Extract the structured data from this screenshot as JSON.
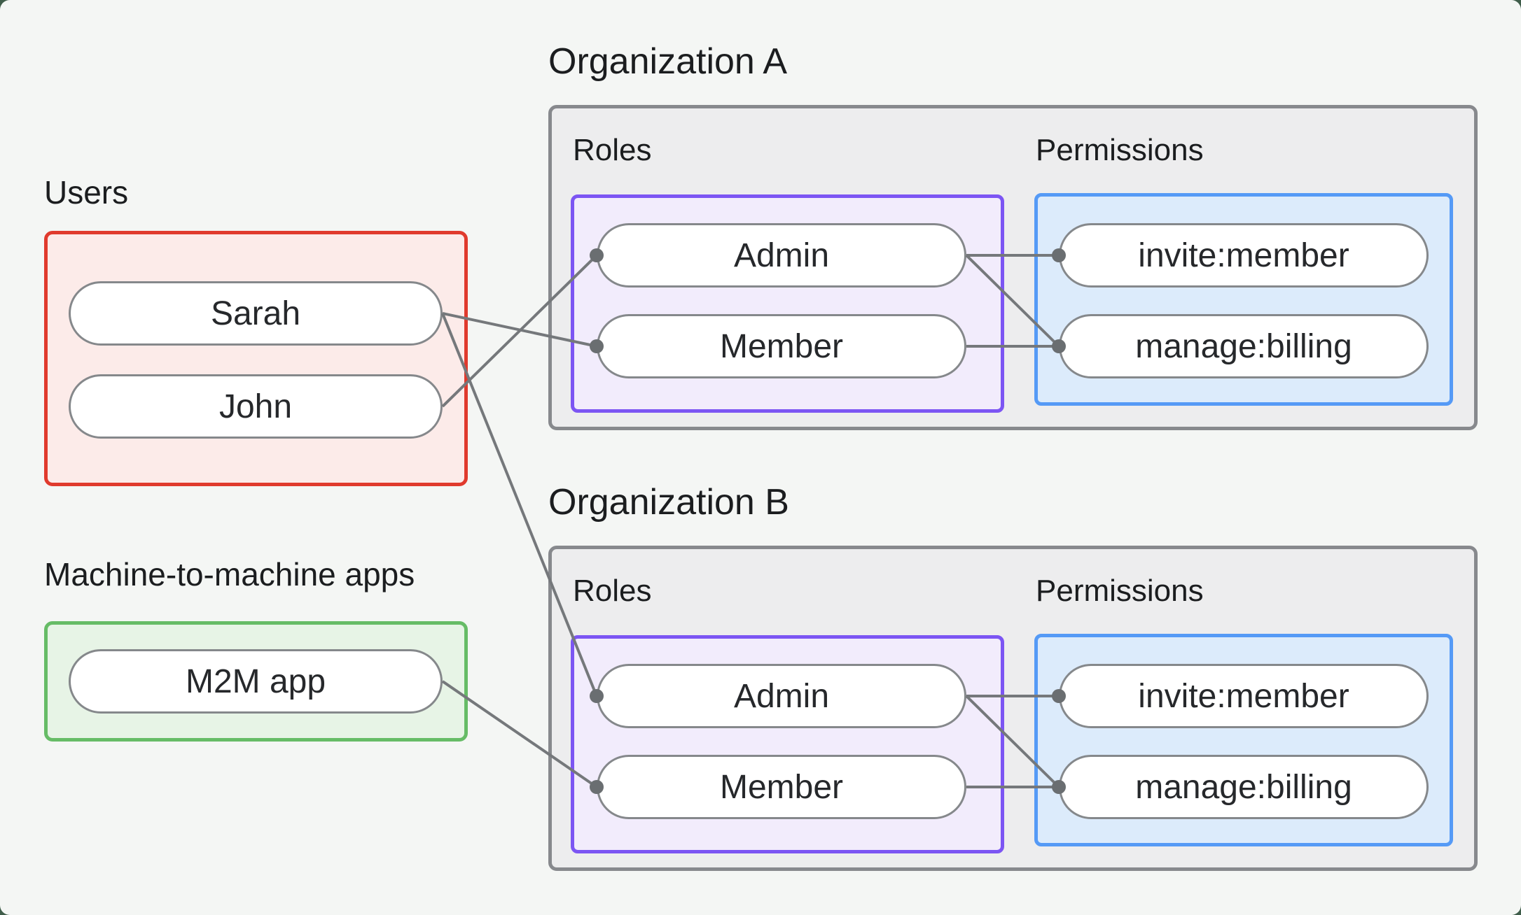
{
  "page": {
    "background": "#f4f6f4",
    "backdrop": "#3f5d4a"
  },
  "users_group": {
    "label": "Users",
    "items": [
      "Sarah",
      "John"
    ]
  },
  "m2m_group": {
    "label": "Machine-to-machine apps",
    "items": [
      "M2M app"
    ]
  },
  "org_a": {
    "title": "Organization A",
    "roles_label": "Roles",
    "permissions_label": "Permissions",
    "roles": [
      "Admin",
      "Member"
    ],
    "permissions": [
      "invite:member",
      "manage:billing"
    ]
  },
  "org_b": {
    "title": "Organization B",
    "roles_label": "Roles",
    "permissions_label": "Permissions",
    "roles": [
      "Admin",
      "Member"
    ],
    "permissions": [
      "invite:member",
      "manage:billing"
    ]
  },
  "connections": [
    {
      "from": "John",
      "to": "Organization A / Admin"
    },
    {
      "from": "Sarah",
      "to": "Organization A / Member"
    },
    {
      "from": "Sarah",
      "to": "Organization B / Admin"
    },
    {
      "from": "M2M app",
      "to": "Organization B / Member"
    },
    {
      "from": "Organization A / Admin",
      "to": "Organization A / invite:member"
    },
    {
      "from": "Organization A / Admin",
      "to": "Organization A / manage:billing"
    },
    {
      "from": "Organization A / Member",
      "to": "Organization A / manage:billing"
    },
    {
      "from": "Organization B / Admin",
      "to": "Organization B / invite:member"
    },
    {
      "from": "Organization B / Admin",
      "to": "Organization B / manage:billing"
    },
    {
      "from": "Organization B / Member",
      "to": "Organization B / manage:billing"
    }
  ],
  "colors": {
    "users_border": "#e03a2d",
    "users_fill": "#fcebe9",
    "m2m_border": "#66bc66",
    "m2m_fill": "#e7f4e6",
    "org_border": "#87898d",
    "org_fill": "#ededee",
    "roles_border": "#7c55f3",
    "roles_fill": "#f2ecfc",
    "permissions_border": "#559af6",
    "permissions_fill": "#dcebfb",
    "node_border": "#85888b",
    "node_fill": "#ffffff",
    "edge": "#75787b",
    "edge_dot": "#6a6e71",
    "text": "#1b1d1f"
  }
}
